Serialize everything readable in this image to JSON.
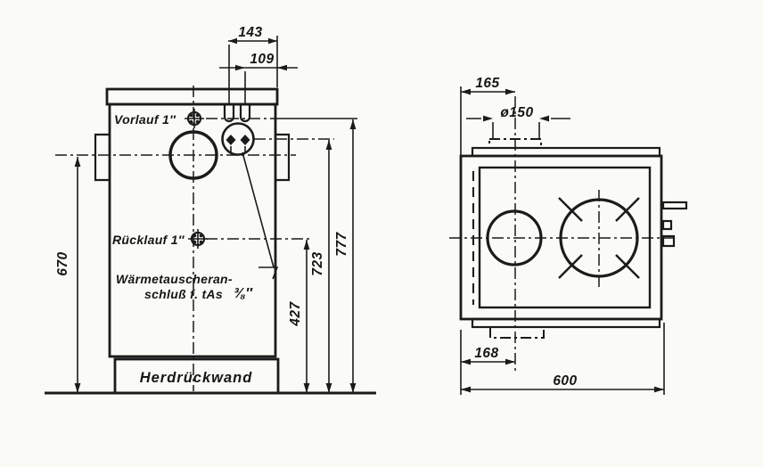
{
  "drawing": {
    "type": "technical-drawing-stove",
    "front": {
      "labels": {
        "vorlauf": "Vorlauf 1″",
        "ruecklauf": "Rücklauf 1″",
        "heat_exchanger_line1": "Wärmetauscheran-",
        "heat_exchanger_line2": "schluß f. tAs",
        "heat_exchanger_size": "⅜″",
        "back_wall": "Herdrückwand"
      },
      "dims": {
        "d143": "143",
        "d109": "109",
        "d670": "670",
        "d427": "427",
        "d723": "723",
        "d777": "777"
      }
    },
    "top": {
      "dims": {
        "d165": "165",
        "d150": "ø150",
        "d168": "168",
        "d600": "600"
      }
    },
    "colors": {
      "ink": "#1b1b1b",
      "paper": "#fafaf7"
    }
  }
}
